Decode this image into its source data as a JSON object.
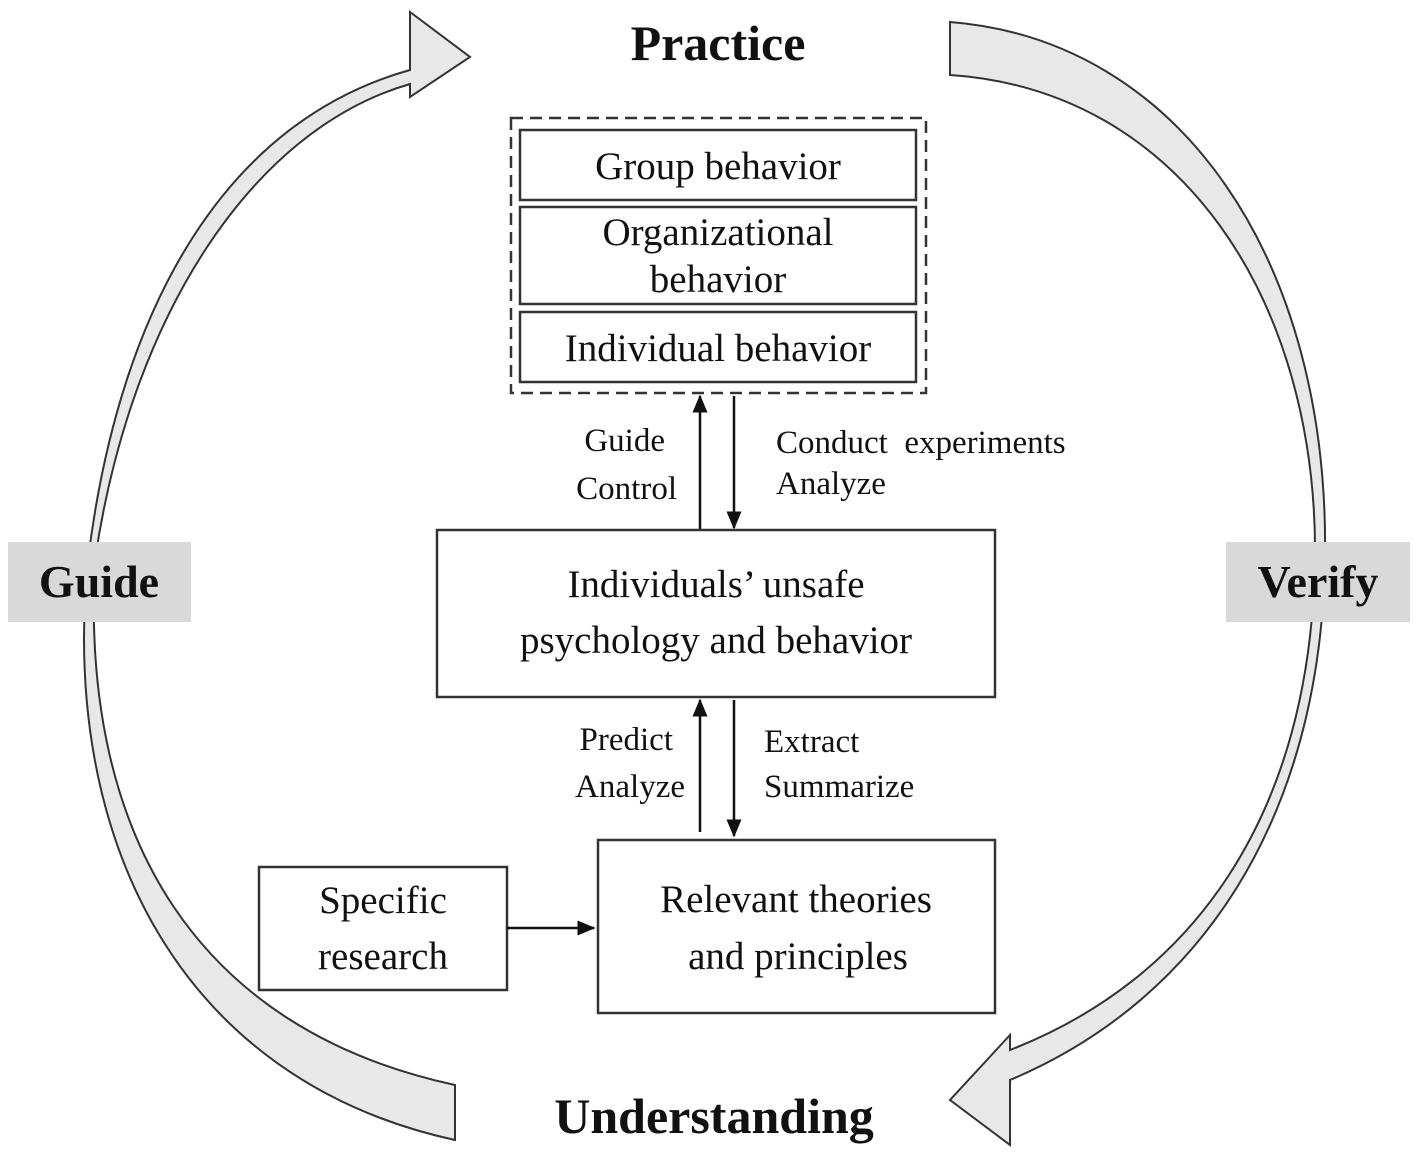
{
  "diagram": {
    "top_label": "Practice",
    "bottom_label": "Understanding",
    "left_label": "Guide",
    "right_label": "Verify",
    "behavior_group": {
      "items": [
        {
          "lines": [
            "Group behavior"
          ]
        },
        {
          "lines": [
            "Organizational",
            "behavior"
          ]
        },
        {
          "lines": [
            "Individual behavior"
          ]
        }
      ]
    },
    "center_box": {
      "lines": [
        "Individuals’ unsafe",
        "psychology and behavior"
      ]
    },
    "theory_box": {
      "lines": [
        "Relevant theories",
        "and principles"
      ]
    },
    "research_box": {
      "lines": [
        "Specific",
        "research"
      ]
    },
    "upper_arrows": {
      "up_labels": [
        "Guide",
        "Control"
      ],
      "down_labels": [
        "Conduct  experiments",
        "Analyze"
      ]
    },
    "lower_arrows": {
      "up_labels": [
        "Predict",
        "Analyze"
      ],
      "down_labels": [
        "Extract",
        "Summarize"
      ]
    },
    "colors": {
      "curved_arrow_fill": "#e8e8e8",
      "side_label_bg": "#d9d9d9",
      "stroke": "#333333"
    }
  }
}
